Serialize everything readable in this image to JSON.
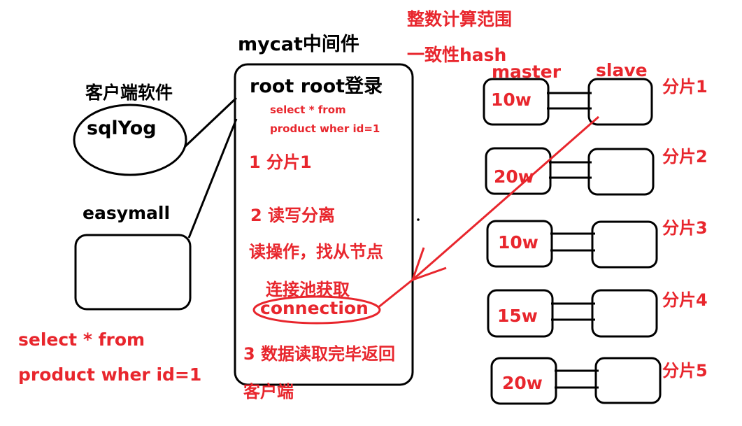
{
  "headers": {
    "middleware_title": "mycat中间件",
    "client_software": "客户端软件",
    "sqlyog": "sqlYog",
    "easymall": "easymall",
    "int_range": "整数计算范围",
    "consistent_hash": "一致性hash",
    "master": "master",
    "slave": "slave"
  },
  "mycat": {
    "login": "root root登录",
    "sql_line1": "select * from",
    "sql_line2": "product wher id=1",
    "step1": "1  分片1",
    "step2": "2 读写分离",
    "step2_detail": "读操作，找从节点",
    "pool": "连接池获取",
    "connection": "connection",
    "step3": "3 数据读取完毕返回",
    "step3_cont": "客户端"
  },
  "client_query": {
    "line1": "select * from",
    "line2": "product wher id=1"
  },
  "shards": [
    {
      "master": "10w",
      "label": "分片1"
    },
    {
      "master": "20w",
      "label": "分片2"
    },
    {
      "master": "10w",
      "label": "分片3"
    },
    {
      "master": "15w",
      "label": "分片4"
    },
    {
      "master": "20w",
      "label": "分片5"
    }
  ],
  "colors": {
    "ink": "#000000",
    "annotation": "#e8262d"
  }
}
